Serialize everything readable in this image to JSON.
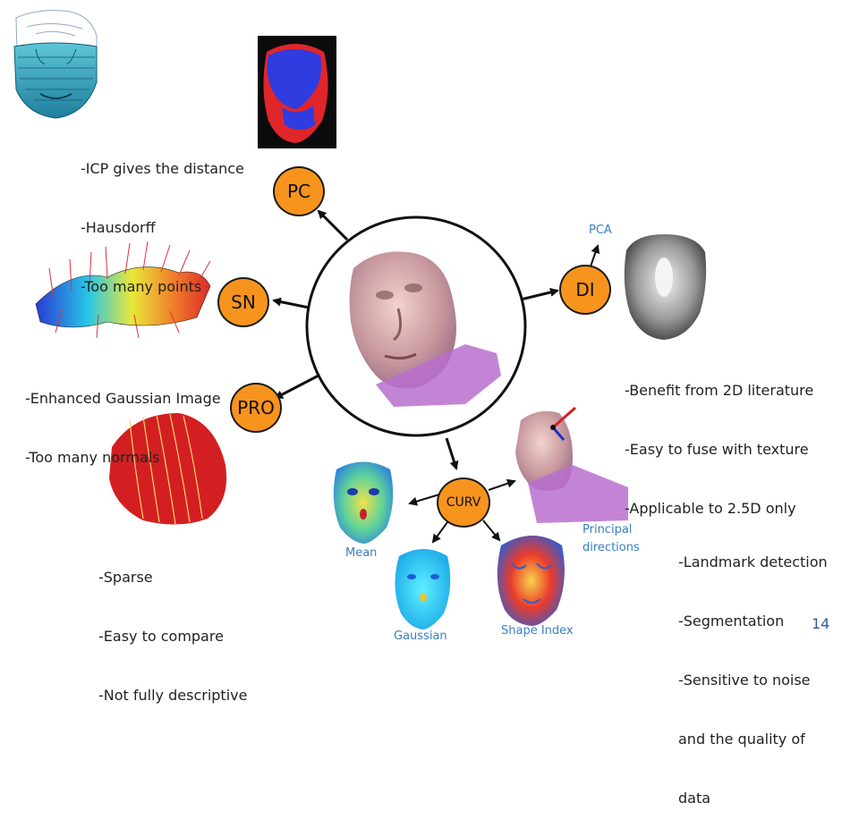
{
  "nodes": {
    "pc": "PC",
    "sn": "SN",
    "pro": "PRO",
    "di": "DI",
    "curv": "CURV"
  },
  "notes": {
    "pc": [
      "-ICP gives the distance",
      "-Hausdorff",
      "-Too many points"
    ],
    "sn": [
      "-Enhanced Gaussian Image",
      "-Too many normals"
    ],
    "pro": [
      "-Sparse",
      "-Easy to compare",
      "-Not fully descriptive"
    ],
    "di": [
      "-Benefit from 2D literature",
      "-Easy to fuse with texture",
      "-Applicable to 2.5D only"
    ],
    "curv": [
      "-Landmark detection",
      "-Segmentation",
      "-Sensitive to noise",
      "and the quality of",
      "data"
    ]
  },
  "captions": {
    "pca": "PCA",
    "mean": "Mean",
    "gaussian": "Gaussian",
    "shape_index": "Shape Index",
    "principal": "Principal",
    "directions": "directions"
  },
  "page_number": "14",
  "colors": {
    "node_fill": "#f7941d",
    "caption": "#3a7fc1",
    "page_number": "#2f5b9c",
    "text": "#222222"
  }
}
